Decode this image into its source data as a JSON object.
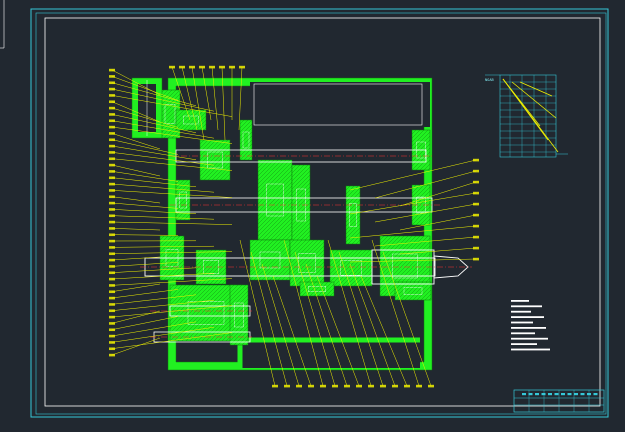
{
  "drawing": {
    "kind": "cad-gearbox-section",
    "colors": {
      "background": "#212830",
      "frame": "#35c8d8",
      "inner_frame": "#ffffff",
      "housing": "#21f021",
      "leader": "#f0f000",
      "shaft_outline": "#ffffff",
      "shaft_center": "#ff3030",
      "hatch": "#0c7a0c"
    },
    "callouts": {
      "left_count": 46,
      "top_count": 8,
      "bottom_count": 14,
      "right_count": 10
    },
    "speed_table": {
      "header_label": "NGAB"
    },
    "notes": {
      "line_count": 10
    },
    "title_block": {
      "caption": "",
      "cells": 6
    }
  }
}
